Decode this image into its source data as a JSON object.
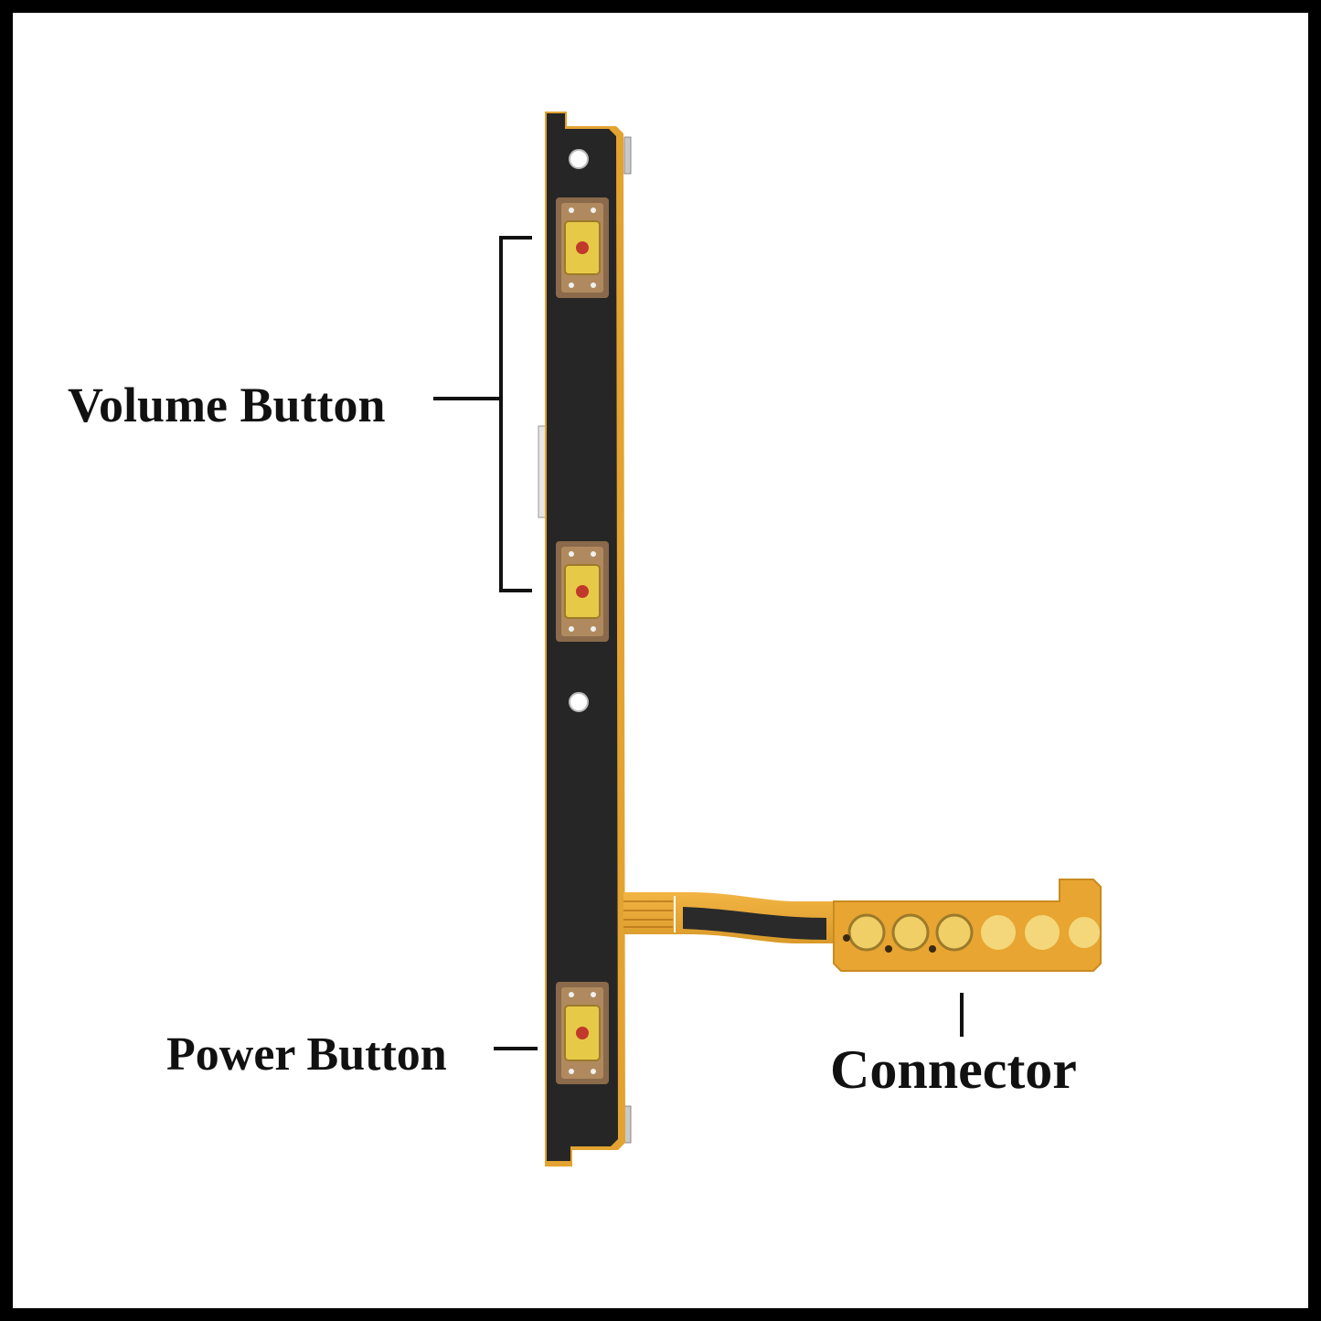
{
  "labels": {
    "volume": "Volume Button",
    "power": "Power Button",
    "connector": "Connector"
  },
  "colors": {
    "frame_border": "#000000",
    "background": "#ffffff",
    "board_black": "#262626",
    "flex_orange": "#e8a531",
    "contact_gold": "#f0cf67",
    "switch_brown": "#8a6a4a",
    "switch_yellow": "#e7c948",
    "switch_dot": "#c0392b",
    "leader_line": "#111111"
  }
}
